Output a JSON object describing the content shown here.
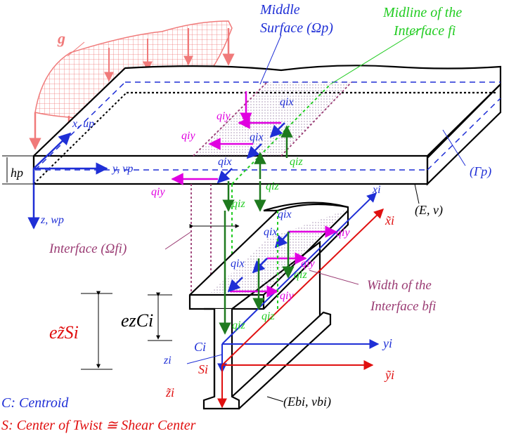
{
  "labels": {
    "middle_surface_l1": "Middle",
    "middle_surface_l2": "Surface (Ωp)",
    "midline_l1": "Midline of the",
    "midline_l2": "Interface fi",
    "load_g": "g",
    "x_axis": "x, up",
    "y_axis": "y, vp",
    "z_axis": "z, wp",
    "thickness": "hp",
    "boundary": "(Γp)",
    "plate_material": "(E, ν)",
    "interface": "Interface (Ωfi)",
    "width_l1": "Width of the",
    "width_l2": "Interface bfi",
    "ecz": "ezCi",
    "esz": "ez̃Si",
    "centroid_pt": "Ci",
    "shear_pt": "Si",
    "yi": "yi",
    "yi_tilde": "ỹi",
    "xi": "xi",
    "xi_tilde": "x̃i",
    "zi": "zi",
    "zi_tilde": "z̃i",
    "beam_material": "(Ebi, νbi)",
    "legend_c": "C: Centroid",
    "legend_s": "S: Center of Twist ≅ Shear Center",
    "qx": "qix",
    "qy": "qiy",
    "qz": "qiz"
  },
  "colors": {
    "blue": "#1f2fd6",
    "green": "#22cc22",
    "dark_green": "#1e7a1e",
    "magenta": "#e000e0",
    "purple": "#9a3b73",
    "red": "#e01010",
    "salmon": "#f07a7a"
  }
}
